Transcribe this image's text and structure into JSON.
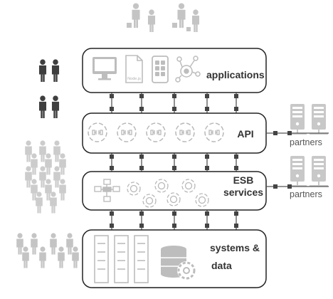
{
  "layers": {
    "applications": {
      "label": "applications"
    },
    "api": {
      "label": "API"
    },
    "esb": {
      "label_line1": "ESB",
      "label_line2": "services"
    },
    "systems": {
      "label_line1": "systems &",
      "label_line2": "data"
    }
  },
  "app_icon_caption": "Node.js",
  "partners": {
    "top_label": "partners",
    "bottom_label": "partners"
  },
  "colors": {
    "box_border": "#222222",
    "icon_gray": "#b3b3b3",
    "people_dark": "#3a3a3a",
    "people_light": "#c8c8c8",
    "connector": "#555555"
  }
}
